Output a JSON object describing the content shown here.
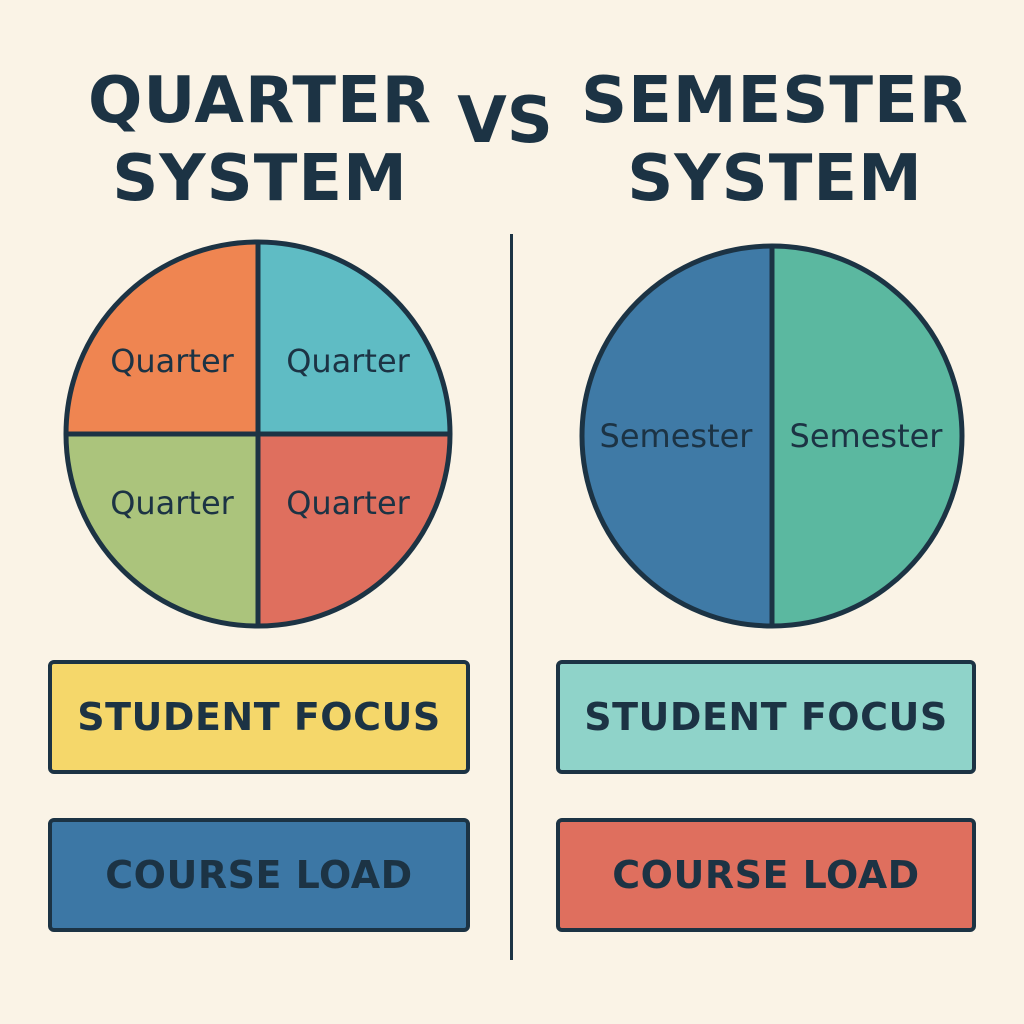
{
  "header": {
    "left_title_line1": "QUARTER",
    "left_title_line2": "SYSTEM",
    "vs": "VS",
    "right_title_line1": "SEMESTER",
    "right_title_line2": "SYSTEM"
  },
  "quarter_circle": {
    "segments": [
      {
        "label": "Quarter",
        "color": "#ef8551"
      },
      {
        "label": "Quarter",
        "color": "#5fbcc4"
      },
      {
        "label": "Quarter",
        "color": "#abc47c"
      },
      {
        "label": "Quarter",
        "color": "#df6f5e"
      }
    ]
  },
  "semester_circle": {
    "segments": [
      {
        "label": "Semester",
        "color": "#3f7aa6"
      },
      {
        "label": "Semester",
        "color": "#5bb8a0"
      }
    ]
  },
  "quarter_boxes": {
    "student_focus": {
      "label": "STUDENT FOCUS",
      "color": "#f5d76a"
    },
    "course_load": {
      "label": "COURSE LOAD",
      "color": "#3c77a5"
    }
  },
  "semester_boxes": {
    "student_focus": {
      "label": "STUDENT FOCUS",
      "color": "#8fd3c9"
    },
    "course_load": {
      "label": "COURSE LOAD",
      "color": "#df6f5e"
    }
  },
  "colors": {
    "background": "#faf3e6",
    "ink": "#1c3344"
  }
}
